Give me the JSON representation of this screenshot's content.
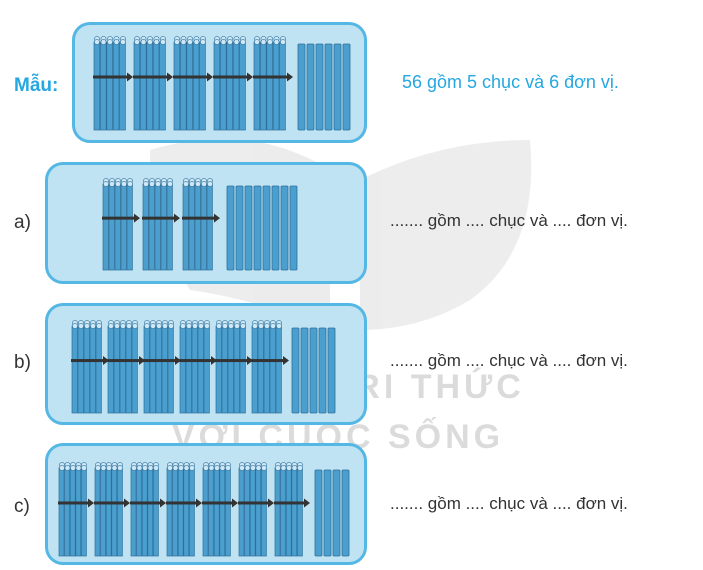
{
  "watermark": {
    "line1": "KẾT NỐI TRI THỨC",
    "line2": "VỚI CUỘC SỐNG"
  },
  "rows": [
    {
      "label": "Mẫu:",
      "text": "56 gồm 5 chục và 6 đơn vị.",
      "tens": 5,
      "ones": 6
    },
    {
      "label": "a)",
      "text": "....... gồm .... chục và .... đơn vị.",
      "tens": 3,
      "ones": 8
    },
    {
      "label": "b)",
      "text": "....... gồm .... chục và .... đơn vị.",
      "tens": 6,
      "ones": 5
    },
    {
      "label": "c)",
      "text": "....... gồm .... chục và .... đơn vị.",
      "tens": 7,
      "ones": 4
    }
  ],
  "colors": {
    "box_fill": "#bfe3f2",
    "box_border": "#55b8e4",
    "stick": "#4a9fcf",
    "stick_dark": "#2f6f9a",
    "accent_text": "#25a7e0"
  }
}
